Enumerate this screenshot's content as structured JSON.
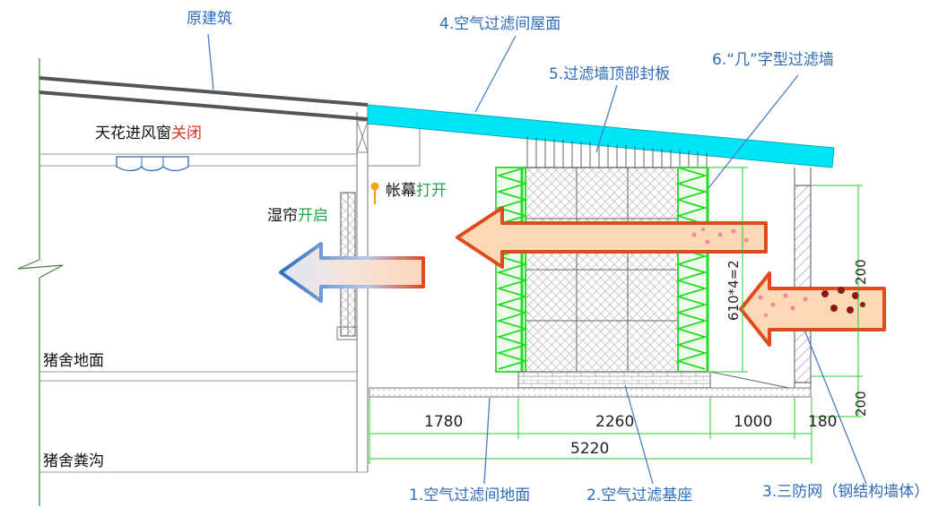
{
  "labels": {
    "original_building": "原建筑",
    "roof": "4.空气过滤间屋面",
    "top_seal": "5.过滤墙顶部封板",
    "filter_wall": "6.“几”字型过滤墙",
    "floor": "1.空气过滤间地面",
    "base": "2.空气过滤基座",
    "net": "3.三防网（钢结构墙体）"
  },
  "ceiling_window": {
    "text": "天花进风窗",
    "state": "关闭"
  },
  "curtain": {
    "text": "帐幕",
    "state": "打开"
  },
  "wet_curtain": {
    "text": "湿帘",
    "state": "开启"
  },
  "pig_floor": "猪舍地面",
  "pig_ditch": "猪舍粪沟",
  "dimensions": {
    "d1": "1780",
    "d2": "2260",
    "d3": "1000",
    "d4": "180",
    "total": "5220",
    "right_height": "200",
    "right_base": "200",
    "filter_stack": "610*4=2"
  },
  "colors": {
    "roof_fill": "#00e5f5",
    "filter_green": "#22dd22",
    "arrow_fill": "#fcd9b4",
    "arrow_border": "#e04a1c",
    "label_blue": "#2e6bb8",
    "state_red": "#d4311f",
    "state_green": "#22a84a"
  }
}
